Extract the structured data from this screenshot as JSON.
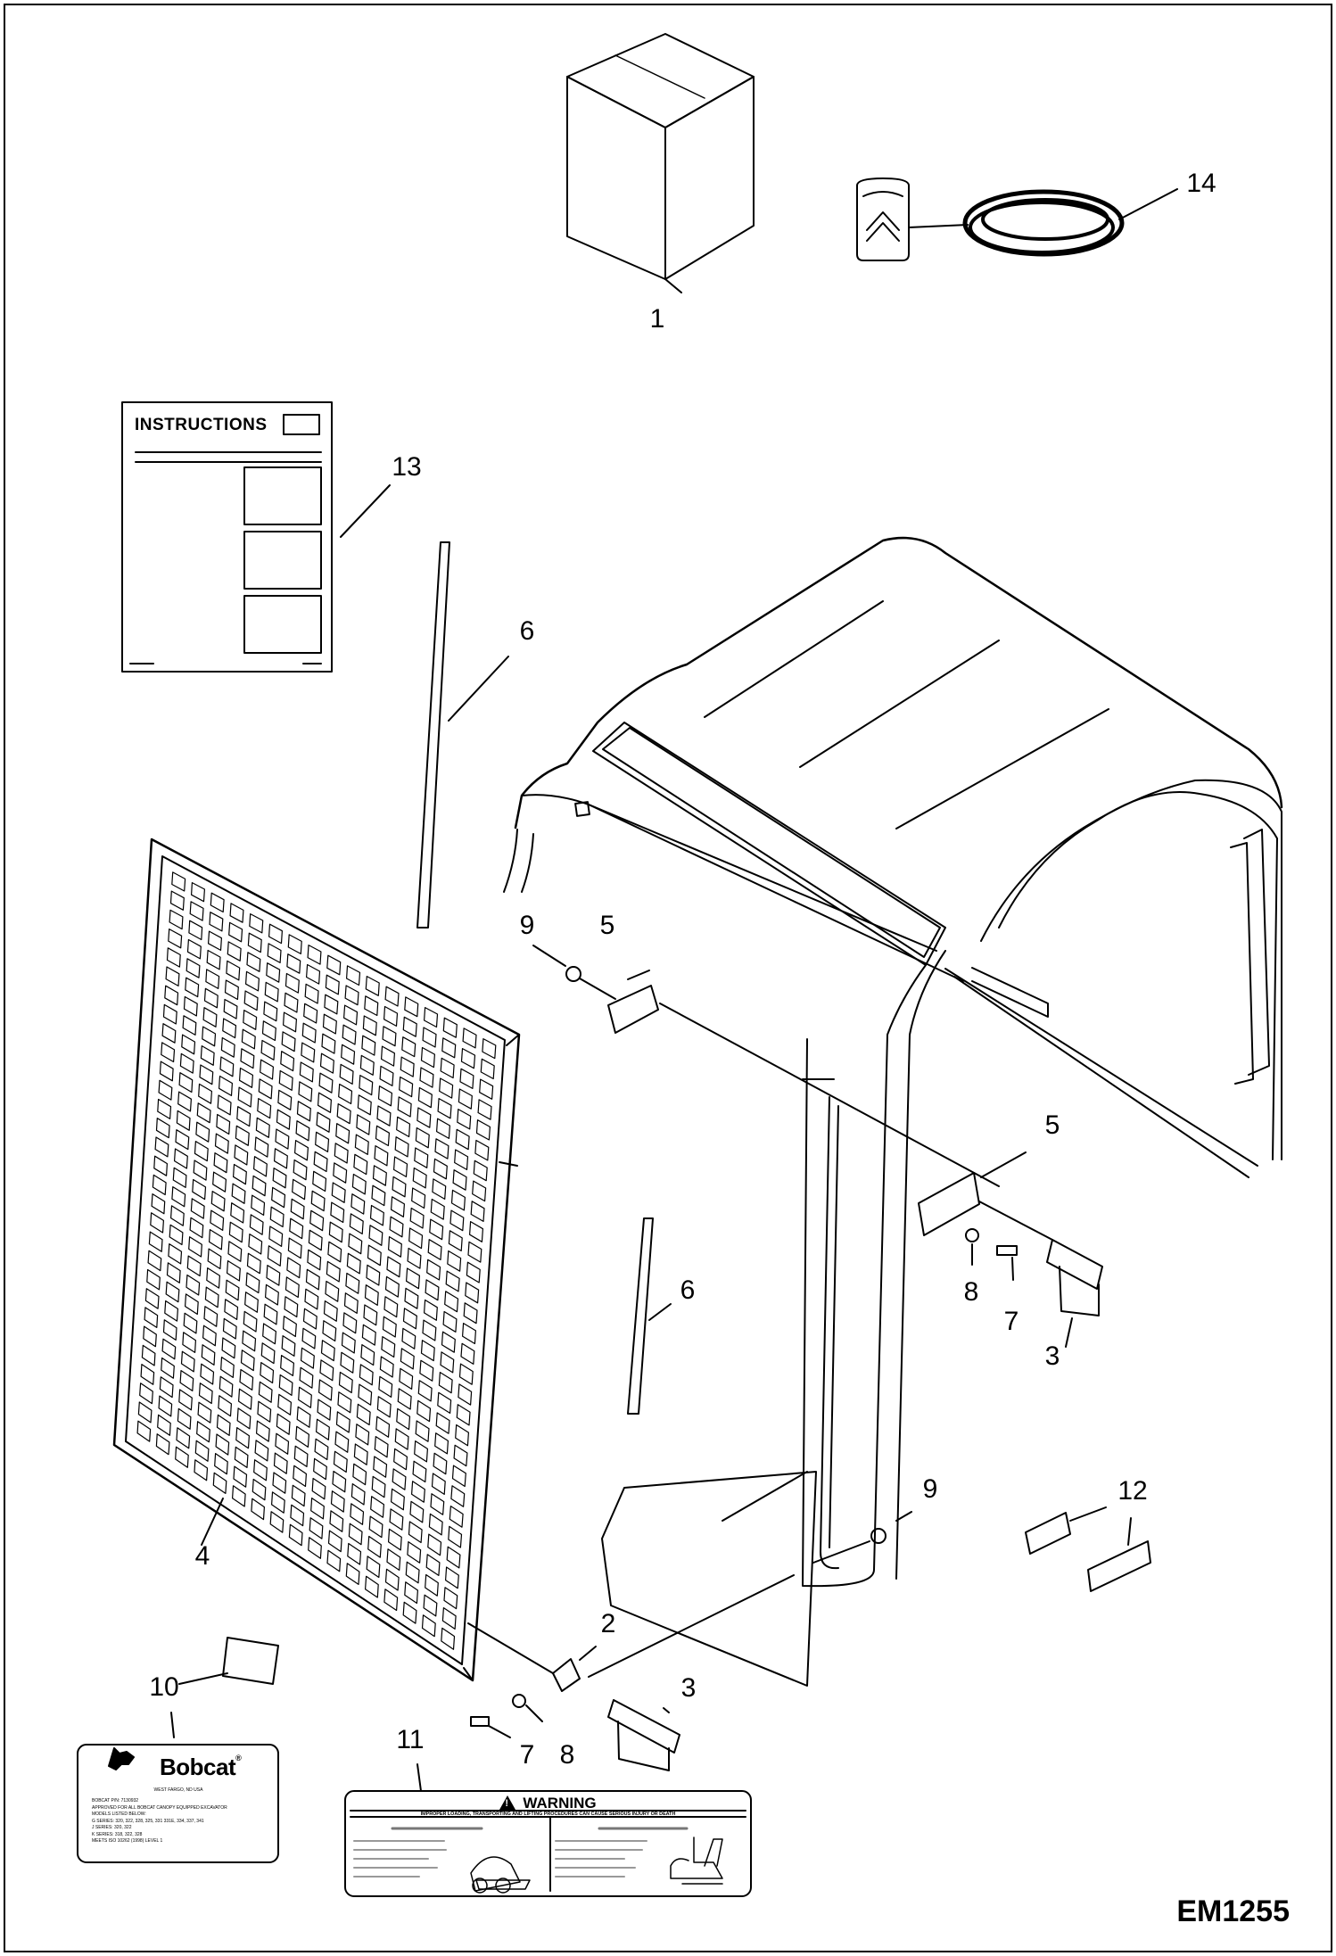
{
  "drawing_code": "EM1255",
  "callouts": [
    "1",
    "14",
    "13",
    "6",
    "9",
    "5",
    "5",
    "6",
    "8",
    "7",
    "3",
    "9",
    "12",
    "4",
    "2",
    "3",
    "10",
    "7",
    "8",
    "11"
  ],
  "instructions_sheet": {
    "title": "INSTRUCTIONS"
  },
  "bobcat_decal": {
    "brand": "Bobcat",
    "trademark": "®",
    "location": "WEST FARGO, ND USA",
    "lines": [
      "BOBCAT P/N: 7130932",
      "APPROVED FOR ALL BOBCAT CANOPY EQUIPPED EXCAVATOR",
      "MODELS LISTED BELOW:",
      "G SERIES: 320, 322, 328, 325, 331 331E, 334, 337, 341",
      "J SERIES: 320, 322",
      "K SERIES: 318, 322, 328",
      "MEETS ISO 10262 (1998) LEVEL 1"
    ]
  },
  "warning_decal": {
    "symbol": "!",
    "header": "WARNING",
    "subheader": "IMPROPER LOADING, TRANSPORTING AND LIFTING PROCEDURES CAN CAUSE SERIOUS INJURY OR DEATH"
  }
}
